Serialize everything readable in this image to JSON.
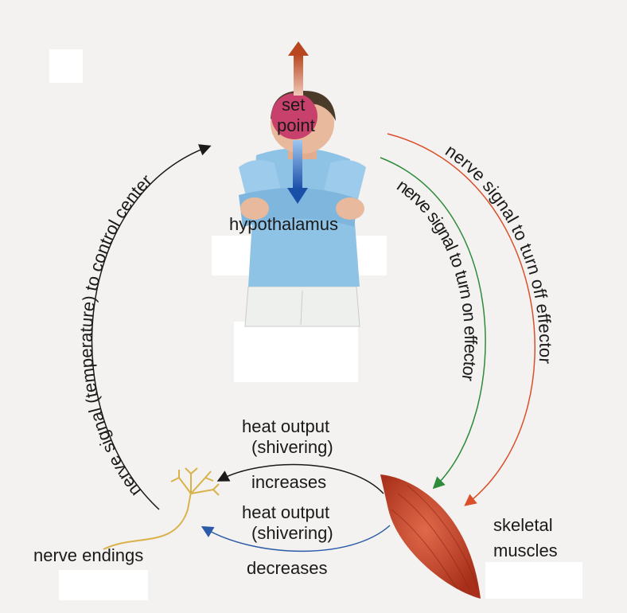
{
  "labels": {
    "set_point_line1": "set",
    "set_point_line2": "point",
    "hypothalamus": "hypothalamus",
    "heat_output_up_line1": "heat output",
    "heat_output_up_line2": "(shivering)",
    "increases": "increases",
    "heat_output_down_line1": "heat output",
    "heat_output_down_line2": "(shivering)",
    "decreases": "decreases",
    "skeletal_line1": "skeletal",
    "skeletal_line2": "muscles",
    "nerve_endings": "nerve endings",
    "arc_left": "nerve signal (temperature) to control center",
    "arc_green": "nerve signal to turn on effector",
    "arc_red": "nerve signal to turn off effector"
  },
  "colors": {
    "background": "#f3f2f0",
    "arrow_black": "#1a1a1a",
    "arrow_green": "#2e8b3a",
    "arrow_red": "#d9502a",
    "arrow_blue": "#2a5aa8",
    "set_point_dot": "#c8406c",
    "muscle": "#c8452a",
    "nerve": "#d9b24a",
    "shirt": "#8fc3e6"
  }
}
